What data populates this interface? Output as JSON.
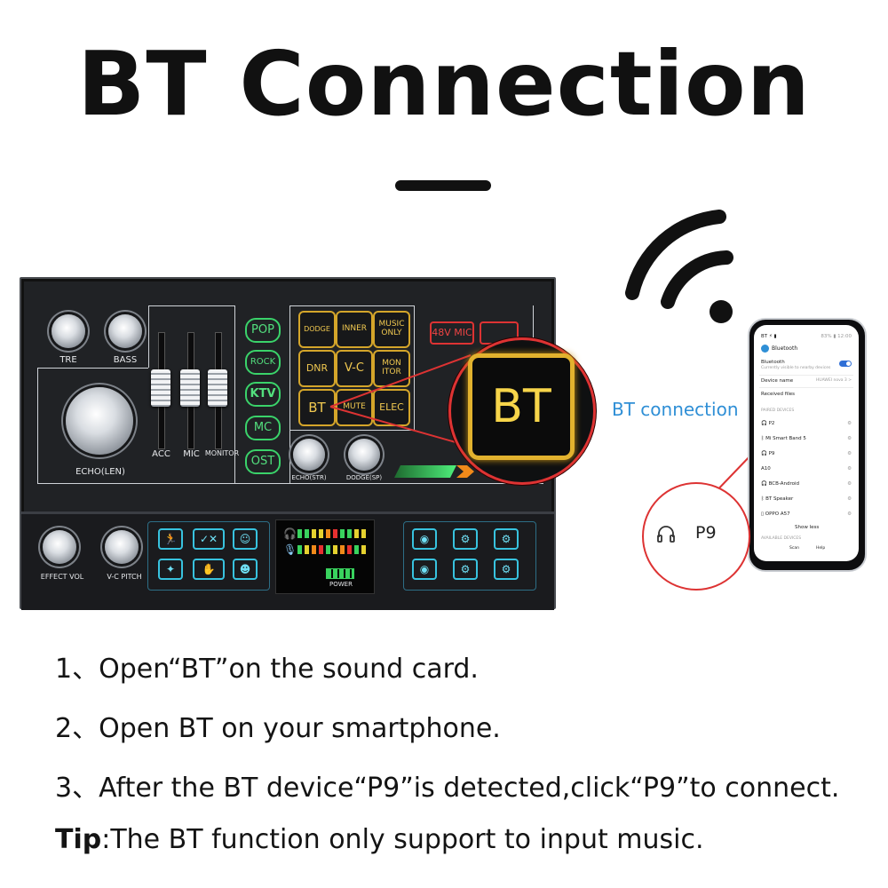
{
  "header": {
    "title": "BT Connection"
  },
  "sound_card": {
    "knobs": {
      "tre": "TRE",
      "bass": "BASS",
      "echo": "ECHO(LEN)",
      "echo_str": "ECHO(STR)",
      "dodge": "DODGE(SP)",
      "effect_vol": "EFFECT VOL",
      "vc_pitch": "V-C PITCH"
    },
    "faders": {
      "acc": "ACC",
      "mic": "MIC",
      "monitor": "MONITOR"
    },
    "mode_buttons": [
      "POP",
      "ROCK",
      "KTV",
      "MC",
      "OST"
    ],
    "function_buttons": {
      "dodge": "DODGE",
      "inner": "INNER",
      "music_only": "MUSIC ONLY",
      "dnr": "DNR",
      "vc": "V-C",
      "monitor": "MON ITOR",
      "bt": "BT",
      "mute": "MUTE",
      "elec": "ELEC"
    },
    "mic48v": "48V MIC",
    "power": "POWER",
    "zoom_bt": "BT"
  },
  "bt_connection_label": "BT connection",
  "phone": {
    "status_left": "BT ⚡ ▮",
    "status_right": "83% ▮ 12:00",
    "header": "Bluetooth",
    "bluetooth_label": "Bluetooth",
    "bluetooth_sub": "Currently visible to nearby devices",
    "bluetooth_on": true,
    "device_name_label": "Device name",
    "device_name_value": "HUAWEI nova 3 >",
    "received_files": "Received files",
    "paired_header": "PAIRED DEVICES",
    "paired": [
      "P2",
      "Mi Smart Band 5",
      "P9",
      "A10",
      "BCB-Android",
      "BT Speaker",
      "OPPO A57"
    ],
    "show_less": "Show less",
    "available_header": "AVAILABLE DEVICES",
    "scan": "Scan",
    "help": "Help"
  },
  "callout": {
    "device": "P9"
  },
  "steps": [
    "1、Open“BT”on the sound card.",
    "2、Open BT on your smartphone.",
    "3、After the BT device“P9”is detected,click“P9”to connect."
  ],
  "tip": {
    "key": "Tip",
    "text": ":The BT function only support to input  music."
  },
  "colors": {
    "green": "#3ad36a",
    "gold": "#d4a52a",
    "red": "#dd3333",
    "cyan": "#38c3df",
    "blue_label": "#2f8fd6"
  }
}
